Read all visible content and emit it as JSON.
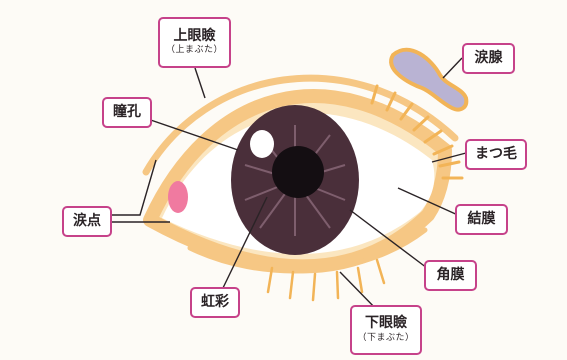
{
  "labels": {
    "upper_eyelid": "上眼瞼",
    "upper_eyelid_reading": "（上まぶた）",
    "lacrimal_gland": "涙腺",
    "pupil": "瞳孔",
    "eyelashes": "まつ毛",
    "lacrimal_punctum": "涙点",
    "conjunctiva": "結膜",
    "iris": "虹彩",
    "cornea": "角膜",
    "lower_eyelid": "下眼瞼",
    "lower_eyelid_reading": "（下まぶた）"
  },
  "colors": {
    "label_border": "#c6428a",
    "eyelid": "#f6c784",
    "iris": "#4a2f3a",
    "pupil": "#140e12",
    "lacrimal_gland": "#b9b3d3",
    "caruncle": "#f07aa0",
    "leader_line": "#2a2326"
  }
}
